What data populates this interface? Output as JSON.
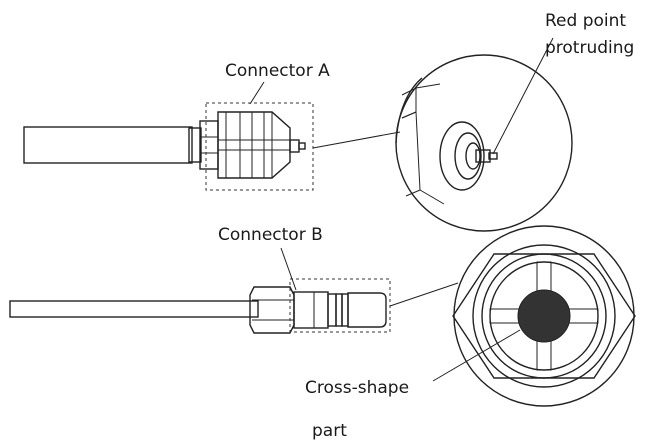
{
  "labels": {
    "connector_a": "Connector A",
    "connector_b": "Connector B",
    "red_point_line1": "Red point",
    "red_point_line2": "protruding",
    "cross_shape_line1": "Cross-shape",
    "cross_shape_line2": "part"
  },
  "colors": {
    "stroke": "#222222",
    "cross_center_fill": "#333333",
    "background": "#ffffff"
  }
}
